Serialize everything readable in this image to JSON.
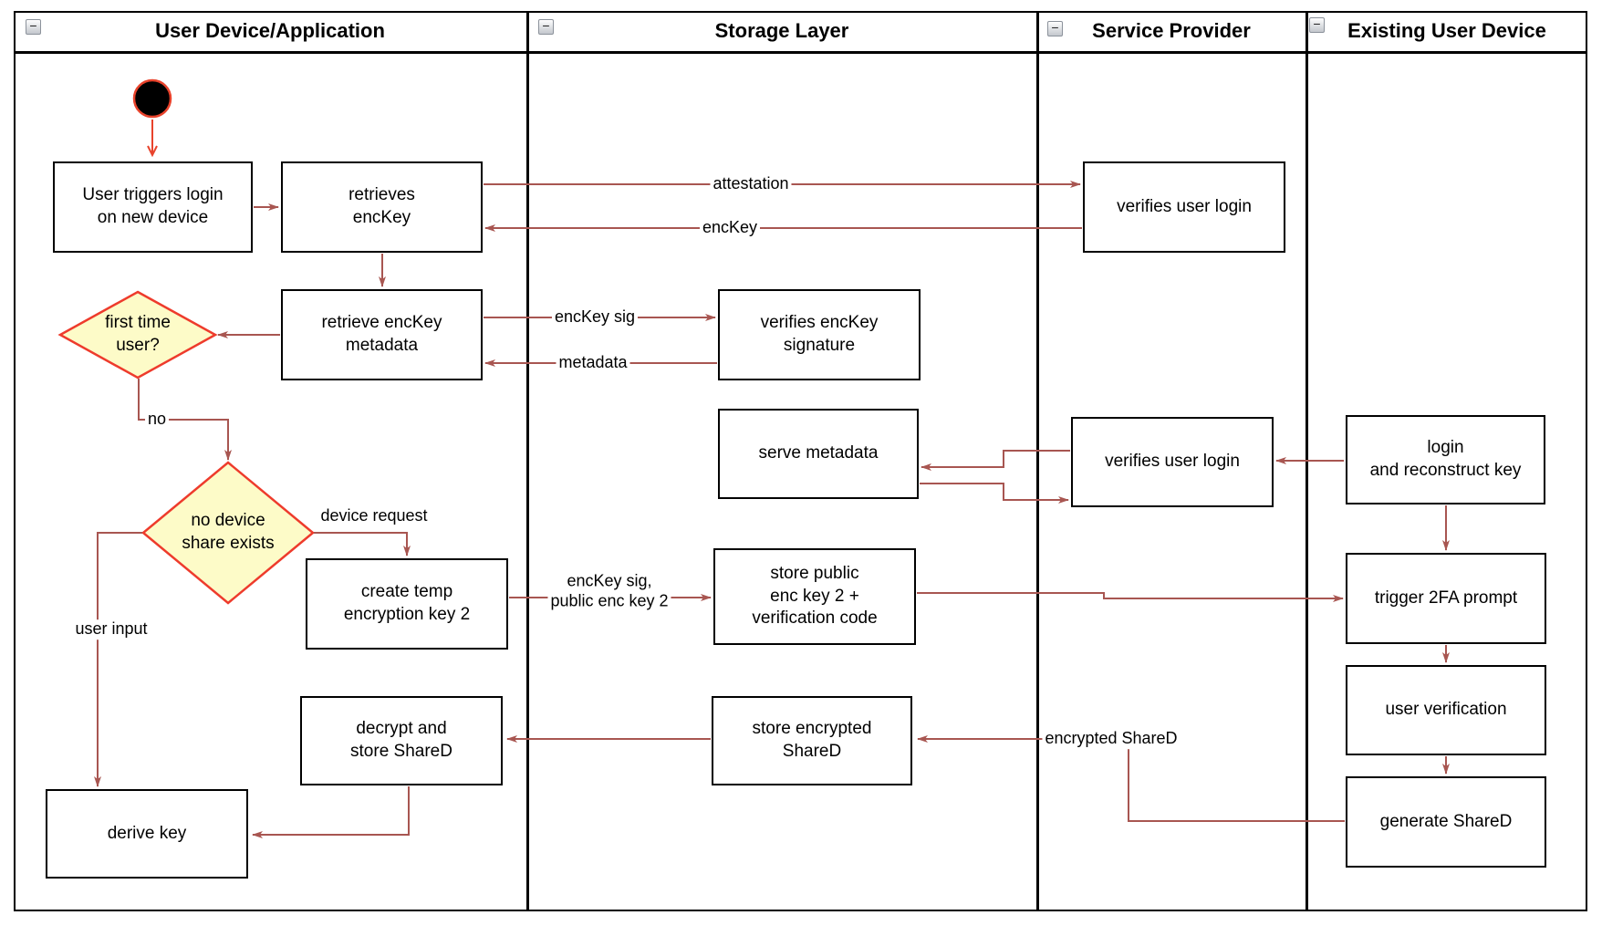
{
  "lanes": [
    {
      "label": "User Device/Application",
      "collapse_icon": "−"
    },
    {
      "label": "Storage Layer",
      "collapse_icon": "−"
    },
    {
      "label": "Service Provider",
      "collapse_icon": "−"
    },
    {
      "label": "Existing User Device",
      "collapse_icon": "−"
    }
  ],
  "nodes": {
    "user_triggers": "User triggers login\non new device",
    "retrieves_enckey": "retrieves\nencKey",
    "verifies_user_login_1": "verifies user login",
    "retrieve_metadata": "retrieve encKey\nmetadata",
    "first_time_user": "first time\nuser?",
    "verifies_sig": "verifies encKey\nsignature",
    "serve_metadata": "serve metadata",
    "verifies_user_login_2": "verifies user login",
    "login_reconstruct": "login\nand reconstruct key",
    "no_device_share": "no device\nshare exists",
    "create_temp": "create temp\nencryption key 2",
    "store_public": "store public\nenc key 2 +\nverification code",
    "trigger_2fa": "trigger 2FA prompt",
    "user_verification": "user verification",
    "generate_shared": "generate ShareD",
    "store_encrypted": "store encrypted\nShareD",
    "decrypt_store": "decrypt and\nstore ShareD",
    "derive_key": "derive key"
  },
  "edge_labels": {
    "attestation": "attestation",
    "enckey": "encKey",
    "enckey_sig": "encKey sig",
    "metadata": "metadata",
    "no": "no",
    "device_request": "device request",
    "enckey_sig_public": "encKey sig,\npublic enc key 2",
    "user_input": "user input",
    "encrypted_shared": "encrypted ShareD"
  },
  "colors": {
    "connector": "#A85651",
    "start_arrow": "#E8432C",
    "start_node_fill": "#000000",
    "start_node_stroke": "#E8432C",
    "decision_fill": "#FDFBC8",
    "decision_stroke": "#EE3B2C",
    "node_fill": "#FFFFFF",
    "node_border": "#000000",
    "lane_border": "#000000"
  }
}
